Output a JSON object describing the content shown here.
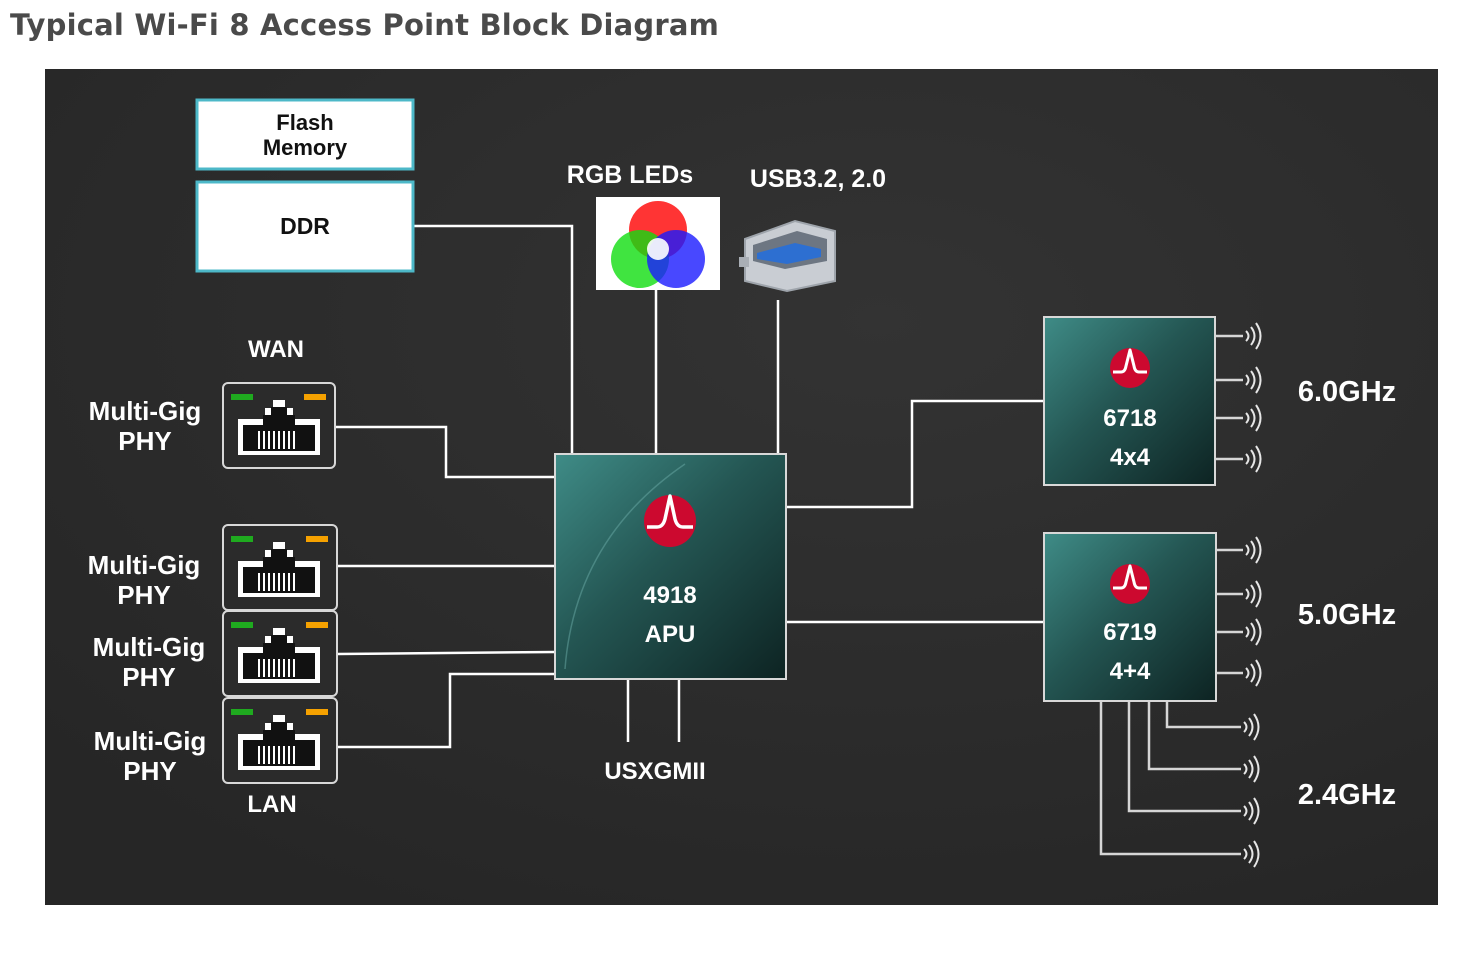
{
  "page": {
    "title": "Typical Wi-Fi 8 Access Point Block Diagram"
  },
  "diagram": {
    "memory": {
      "flash_line1": "Flash",
      "flash_line2": "Memory",
      "ddr": "DDR"
    },
    "peripherals": {
      "rgb_leds": "RGB LEDs",
      "usb": "USB3.2, 2.0"
    },
    "wan_label": "WAN",
    "lan_label": "LAN",
    "phys": [
      {
        "line1": "Multi-Gig",
        "line2": "PHY"
      },
      {
        "line1": "Multi-Gig",
        "line2": "PHY"
      },
      {
        "line1": "Multi-Gig",
        "line2": "PHY"
      },
      {
        "line1": "Multi-Gig",
        "line2": "PHY"
      }
    ],
    "apu": {
      "model": "4918",
      "name": "APU"
    },
    "usxgmii": "USXGMII",
    "radios": [
      {
        "model": "6718",
        "config": "4x4"
      },
      {
        "model": "6719",
        "config": "4+4"
      }
    ],
    "bands": {
      "band_6": "6.0GHz",
      "band_5": "5.0GHz",
      "band_24": "2.4GHz"
    },
    "colors": {
      "panel_bg": "#2b2b2b",
      "chip_teal": "#2f6f6c",
      "logo_red": "#cc092f",
      "memory_border": "#4db8c8",
      "led_green": "#1faa1f",
      "led_orange": "#f5a100"
    },
    "icons": {
      "chip_logo": "broadcom-logo-icon",
      "port": "ethernet-port-icon",
      "antenna": "wifi-wave-icon"
    }
  }
}
